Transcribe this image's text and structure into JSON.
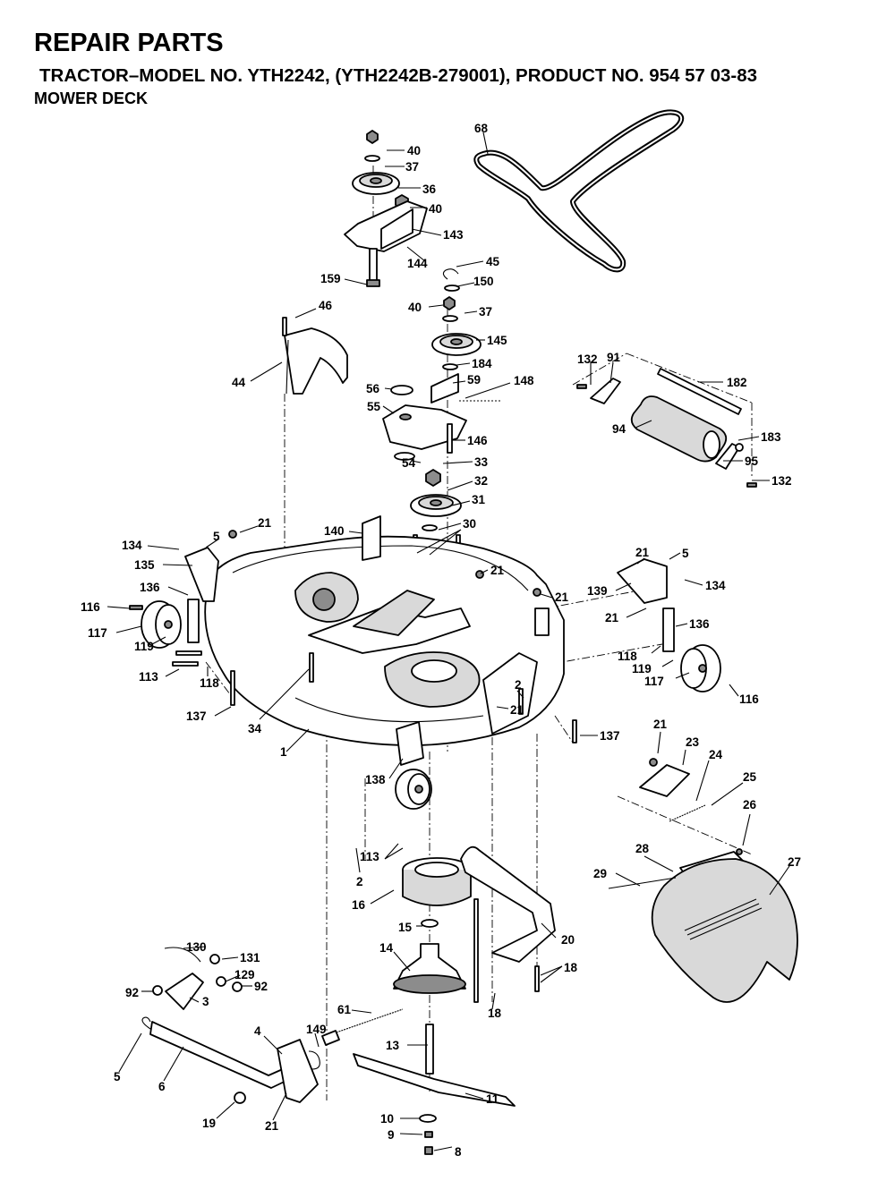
{
  "header": {
    "title": "REPAIR PARTS",
    "model_line": "TRACTOR–MODEL NO. YTH2242, (YTH2242B-279001), PRODUCT NO. 954 57 03-83",
    "section": "MOWER DECK"
  },
  "callouts": [
    "40",
    "37",
    "36",
    "40",
    "143",
    "144",
    "159",
    "45",
    "150",
    "40",
    "37",
    "145",
    "184",
    "68",
    "46",
    "44",
    "56",
    "59",
    "148",
    "55",
    "146",
    "54",
    "33",
    "32",
    "31",
    "30",
    "132",
    "91",
    "182",
    "94",
    "183",
    "95",
    "132",
    "21",
    "5",
    "134",
    "135",
    "140",
    "136",
    "116",
    "117",
    "119",
    "113",
    "118",
    "137",
    "34",
    "1",
    "21",
    "21",
    "21",
    "5",
    "139",
    "134",
    "21",
    "136",
    "118",
    "119",
    "117",
    "116",
    "2",
    "21",
    "137",
    "138",
    "21",
    "23",
    "24",
    "25",
    "26",
    "2",
    "113",
    "28",
    "29",
    "27",
    "16",
    "15",
    "20",
    "14",
    "18",
    "18",
    "130",
    "131",
    "129",
    "92",
    "92",
    "3",
    "61",
    "4",
    "149",
    "13",
    "5",
    "6",
    "11",
    "19",
    "21",
    "10",
    "9",
    "8"
  ]
}
